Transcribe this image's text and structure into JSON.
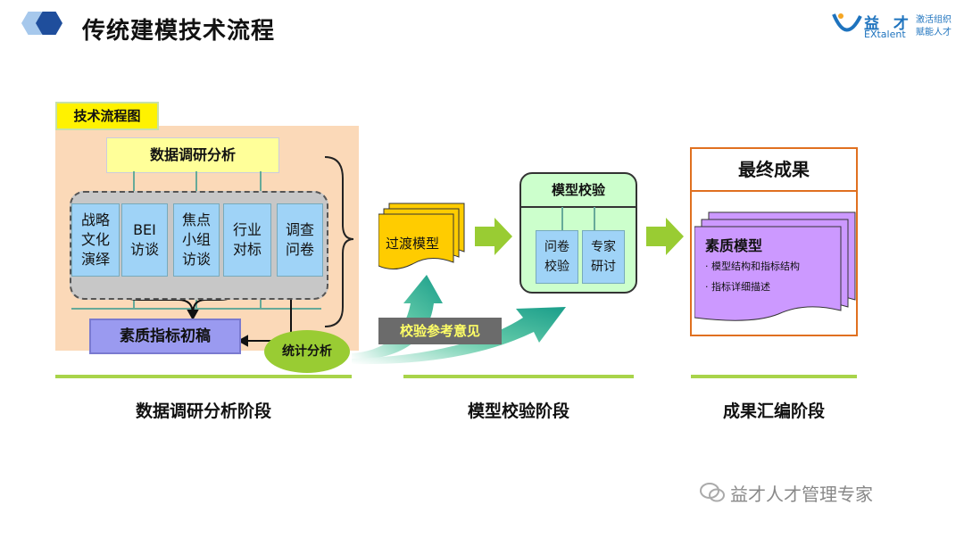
{
  "header": {
    "title": "传统建模技术流程",
    "logo_brand": "益 才",
    "logo_sub": "EXtalent",
    "logo_slogan_1": "激活组织",
    "logo_slogan_2": "赋能人才"
  },
  "stage1": {
    "flow_label": "技术流程图",
    "data_box": "数据调研分析",
    "methods": [
      "战略\n文化\n演绎",
      "BEI\n访谈",
      "焦点\n小组\n访谈",
      "行业\n对标",
      "调查\n问卷"
    ],
    "draft": "素质指标初稿",
    "stats": "统计分析",
    "label": "数据调研分析阶段"
  },
  "stage2": {
    "transition": "过渡模型",
    "feedback": "校验参考意见",
    "box_title": "模型校验",
    "sub_items": [
      "问卷\n校验",
      "专家\n研讨"
    ],
    "label": "模型校验阶段"
  },
  "stage3": {
    "final_title": "最终成果",
    "card_title": "素质模型",
    "bullets": [
      "模型结构和指标结构",
      "指标详细描述"
    ],
    "label": "成果汇编阶段"
  },
  "watermark": "益才人才管理专家",
  "colors": {
    "accent_blue": "#1e73be",
    "arrow_green": "#99cc33",
    "stage_line": "#a8d44a",
    "orange_border": "#e07020"
  }
}
